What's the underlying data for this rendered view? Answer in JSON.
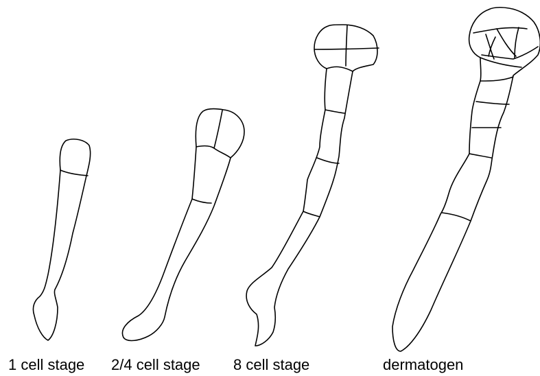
{
  "labels": {
    "stage1": "1 cell stage",
    "stage2": "2/4 cell stage",
    "stage3": "8 cell stage",
    "stage4": "dermatogen"
  }
}
